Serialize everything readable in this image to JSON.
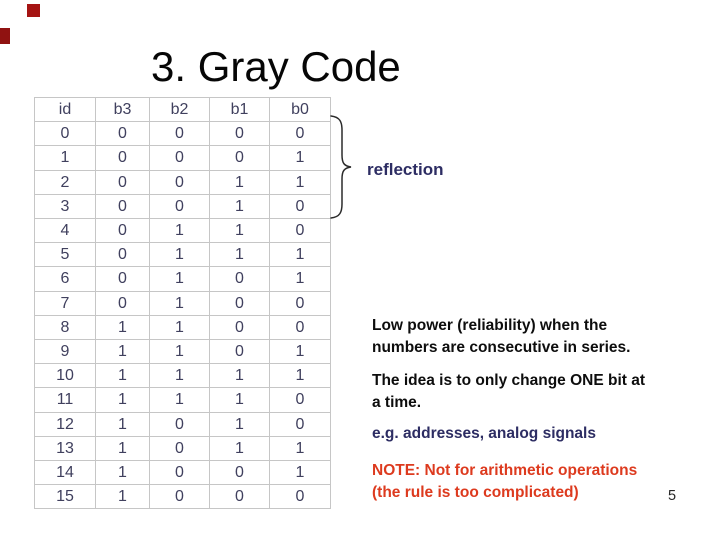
{
  "slide": {
    "title": "3. Gray Code",
    "page_number": "5"
  },
  "table": {
    "columns": [
      "id",
      "b3",
      "b2",
      "b1",
      "b0"
    ],
    "rows": [
      [
        "0",
        "0",
        "0",
        "0",
        "0"
      ],
      [
        "1",
        "0",
        "0",
        "0",
        "1"
      ],
      [
        "2",
        "0",
        "0",
        "1",
        "1"
      ],
      [
        "3",
        "0",
        "0",
        "1",
        "0"
      ],
      [
        "4",
        "0",
        "1",
        "1",
        "0"
      ],
      [
        "5",
        "0",
        "1",
        "1",
        "1"
      ],
      [
        "6",
        "0",
        "1",
        "0",
        "1"
      ],
      [
        "7",
        "0",
        "1",
        "0",
        "0"
      ],
      [
        "8",
        "1",
        "1",
        "0",
        "0"
      ],
      [
        "9",
        "1",
        "1",
        "0",
        "1"
      ],
      [
        "10",
        "1",
        "1",
        "1",
        "1"
      ],
      [
        "11",
        "1",
        "1",
        "1",
        "0"
      ],
      [
        "12",
        "1",
        "0",
        "1",
        "0"
      ],
      [
        "13",
        "1",
        "0",
        "1",
        "1"
      ],
      [
        "14",
        "1",
        "0",
        "0",
        "1"
      ],
      [
        "15",
        "1",
        "0",
        "0",
        "0"
      ]
    ]
  },
  "annotations": {
    "reflection_label": "reflection"
  },
  "notes": {
    "low_power": [
      "Low power (reliability) when the",
      "numbers are consecutive in series."
    ],
    "one_bit": [
      "The idea is to only change ONE bit at",
      "a time."
    ],
    "examples": [
      "e.g. addresses, analog signals"
    ],
    "warning": [
      "NOTE: Not for arithmetic operations",
      "(the rule is too complicated)"
    ]
  },
  "colors": {
    "title_text": "#060606",
    "table_text": "#40405e",
    "table_grid": "#c6c6c6",
    "navy_text": "#2d2d63",
    "note_red_text": "#dd3a1e",
    "corner_square_red": "#a51413"
  }
}
